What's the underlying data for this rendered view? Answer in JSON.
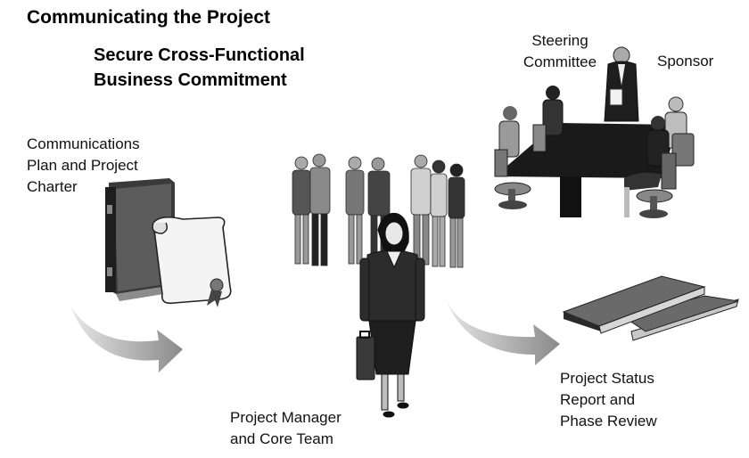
{
  "title": "Communicating the Project",
  "subtitle_line1": "Secure Cross-Functional",
  "subtitle_line2": "Business Commitment",
  "labels": {
    "comm_line1": "Communications",
    "comm_line2": "Plan and Project",
    "comm_line3": "Charter",
    "steering_line1": "Steering",
    "steering_line2": "Committee",
    "sponsor": "Sponsor",
    "pm_line1": "Project Manager",
    "pm_line2": "and Core Team",
    "status_line1": "Project Status",
    "status_line2": "Report and",
    "status_line3": "Phase Review"
  },
  "colors": {
    "dark": "#2a2a2a",
    "mid": "#6e6e6e",
    "light": "#b5b5b5",
    "arrow": "#9a9a9a"
  }
}
